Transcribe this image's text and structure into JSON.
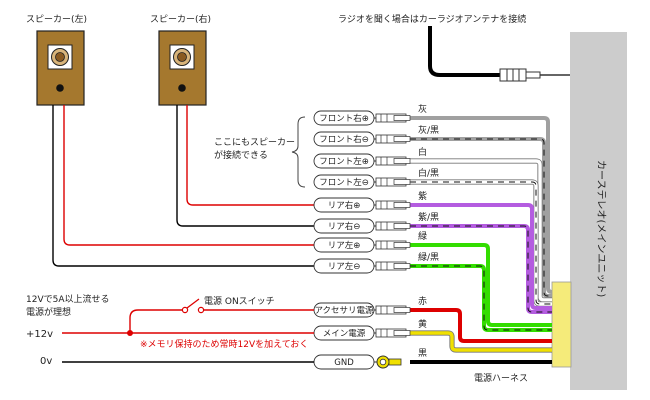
{
  "speakers": {
    "left_label": "スピーカー(左)",
    "right_label": "スピーカー(右)"
  },
  "antenna_note": "ラジオを聞く場合はカーラジオアンテナを接続",
  "head_unit_label": "カーステレオ(メインユニット)",
  "optional_speaker_note": [
    "ここにもスピーカー",
    "が接続できる"
  ],
  "connectors": [
    {
      "label": "フロント右⊕",
      "color_label": "灰"
    },
    {
      "label": "フロント右⊖",
      "color_label": "灰/黒"
    },
    {
      "label": "フロント左⊕",
      "color_label": "白"
    },
    {
      "label": "フロント左⊖",
      "color_label": "白/黒"
    },
    {
      "label": "リア右⊕",
      "color_label": "紫"
    },
    {
      "label": "リア右⊖",
      "color_label": "紫/黒"
    },
    {
      "label": "リア左⊕",
      "color_label": "緑"
    },
    {
      "label": "リア左⊖",
      "color_label": "緑/黒"
    },
    {
      "label": "アクセサリ電源",
      "color_label": "赤"
    },
    {
      "label": "メイン電源",
      "color_label": "黄"
    },
    {
      "label": "GND",
      "color_label": "黒"
    }
  ],
  "power_notes": {
    "supply_note": [
      "12Vで5A以上流せる",
      "電源が理想"
    ],
    "plus12": "+12v",
    "zero_v": "0v",
    "switch_label": "電源 ONスイッチ",
    "memory_note": "※メモリ保持のため常時12Vを加えておく",
    "harness_label": "電源ハーネス"
  },
  "colors": {
    "gray": "#a0a0a0",
    "white_wire": "#ffffff",
    "purple": "#b45ce0",
    "green": "#33dd00",
    "red": "#dd0000",
    "yellow": "#f0e000",
    "black": "#000000",
    "speaker_box": "#a5782e",
    "head_unit": "#cccccc",
    "connector_block": "#f5eb7a",
    "memory_note_red": "#dd0000"
  }
}
